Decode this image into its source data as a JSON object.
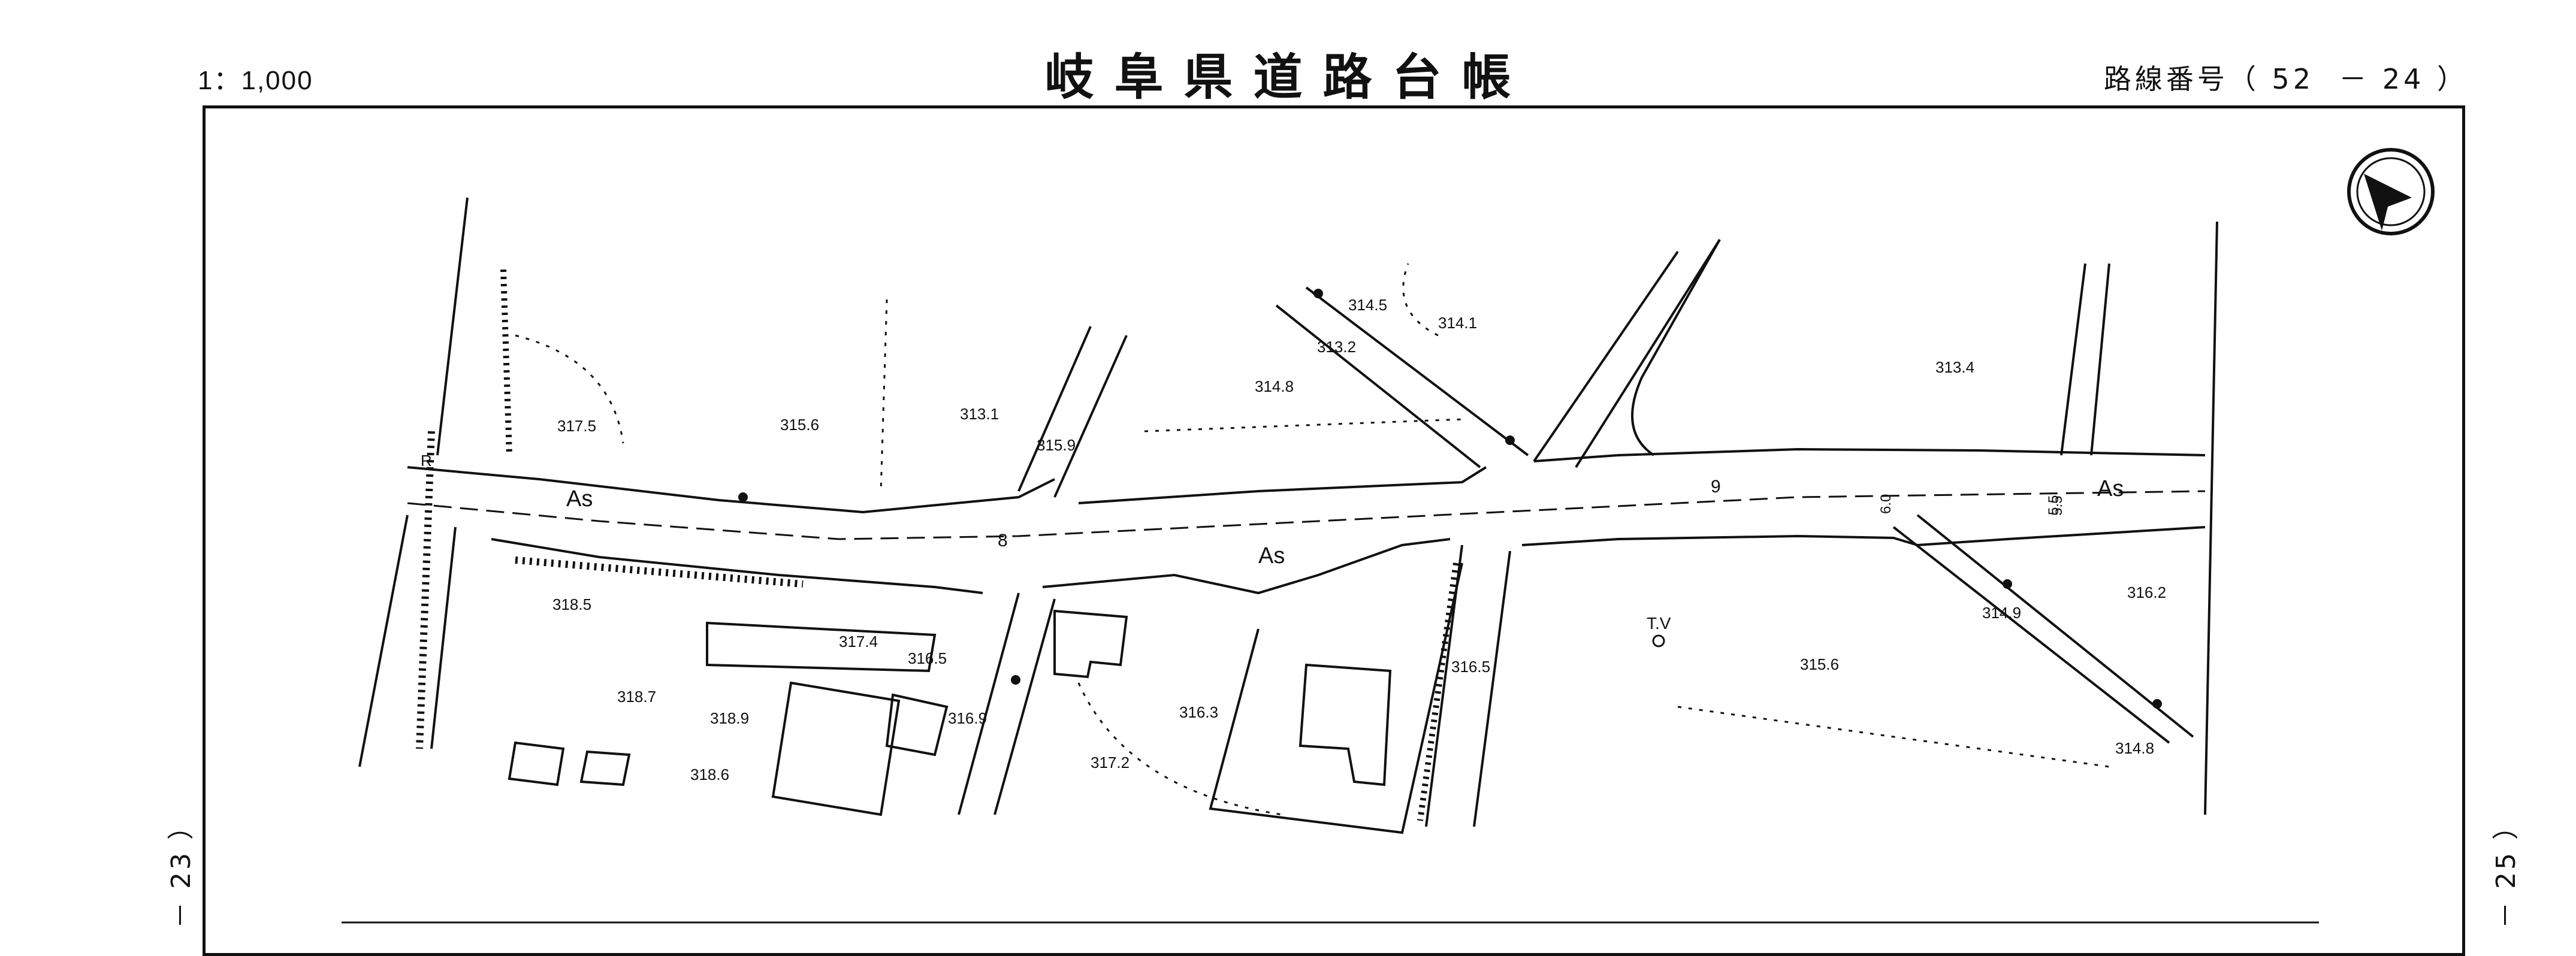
{
  "header": {
    "scale": "1：1,000",
    "title": "岐阜県道路台帳",
    "route_label": "路線番号（ 52  － 24 ）"
  },
  "side": {
    "left": "－ 23 ）",
    "right": "－ 25 ）"
  },
  "map": {
    "north_arrow": "north-arrow-icon",
    "labels": {
      "r": "R",
      "as1": "As",
      "as2": "As",
      "as3": "As",
      "tv": "T.V",
      "w8": "8",
      "w9": "9",
      "w60": "6.0",
      "w55a": "5.5",
      "w55b": "5.5"
    },
    "elevations": {
      "e1": "317.5",
      "e2": "315.6",
      "e3": "313.1",
      "e4": "315.9",
      "e5": "314.8",
      "e6": "314.5",
      "e7": "314.1",
      "e8": "313.2",
      "e9": "313.4",
      "e10": "318.5",
      "e11": "317.4",
      "e12": "316.5",
      "e13": "318.7",
      "e14": "318.9",
      "e15": "316.9",
      "e16": "318.6",
      "e17": "317.2",
      "e18": "316.3",
      "e19": "316.5",
      "e20": "315.6",
      "e21": "314.9",
      "e22": "316.2",
      "e23": "314.8"
    }
  }
}
